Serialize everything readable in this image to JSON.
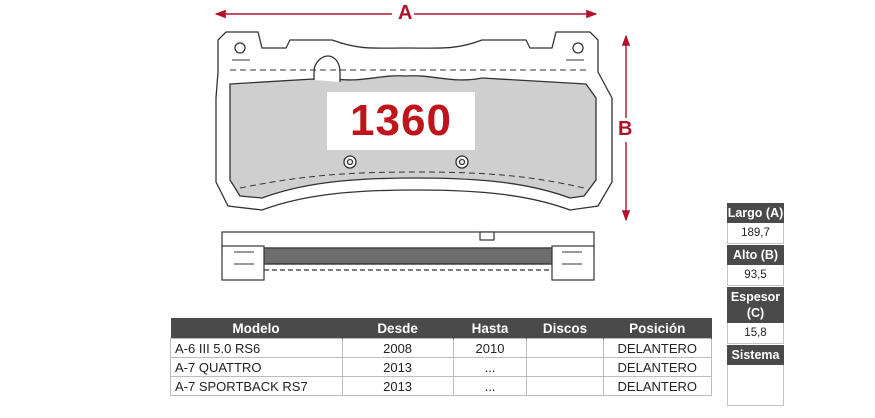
{
  "part_number": "1360",
  "dimension_labels": {
    "width": "A",
    "height": "B"
  },
  "colors": {
    "accent": "#c0141c",
    "header_bg": "#4a4a4a",
    "pad_fill": "#cfcfcf"
  },
  "table": {
    "headers": [
      "Modelo",
      "Desde",
      "Hasta",
      "Discos",
      "Posición"
    ],
    "rows": [
      [
        "A-6 III 5.0 RS6",
        "2008",
        "2010",
        "",
        "DELANTERO"
      ],
      [
        "A-7 QUATTRO",
        "2013",
        "...",
        "",
        "DELANTERO"
      ],
      [
        "A-7 SPORTBACK RS7",
        "2013",
        "...",
        "",
        "DELANTERO"
      ]
    ]
  },
  "specs": [
    {
      "label": "Largo (A)",
      "value": "189,7"
    },
    {
      "label": "Alto (B)",
      "value": "93,5"
    },
    {
      "label": "Espesor (C)",
      "value": "15,8"
    },
    {
      "label": "Sistema",
      "value": ""
    }
  ]
}
